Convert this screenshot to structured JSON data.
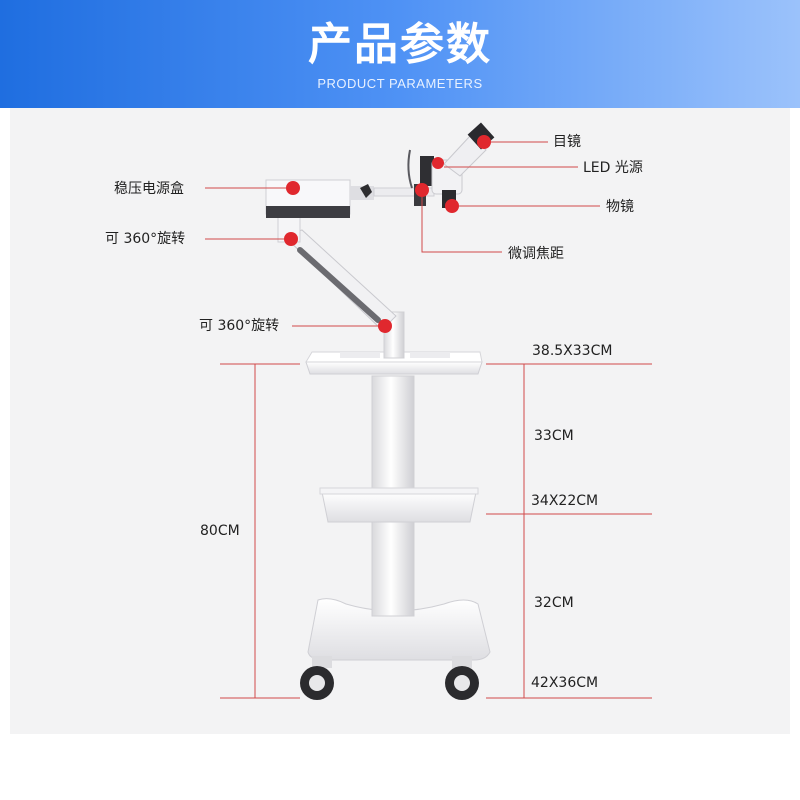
{
  "header": {
    "title": "产品参数",
    "subtitle": "PRODUCT PARAMETERS"
  },
  "callouts": {
    "eyepiece": "目镜",
    "led_light": "LED 光源",
    "objective": "物镜",
    "fine_focus": "微调焦距",
    "power_box": "稳压电源盒",
    "rotate_upper": "可 360°旋转",
    "rotate_lower": "可 360°旋转"
  },
  "dimensions": {
    "top_tray": "38.5X33CM",
    "upper_gap": "33CM",
    "middle_tray": "34X22CM",
    "lower_gap": "32CM",
    "base": "42X36CM",
    "total_height": "80CM"
  },
  "colors": {
    "accent_red": "#e0282e",
    "leader_line": "#d24a4a",
    "banner_start": "#1f6ee0",
    "banner_end": "#9bc2fb"
  }
}
